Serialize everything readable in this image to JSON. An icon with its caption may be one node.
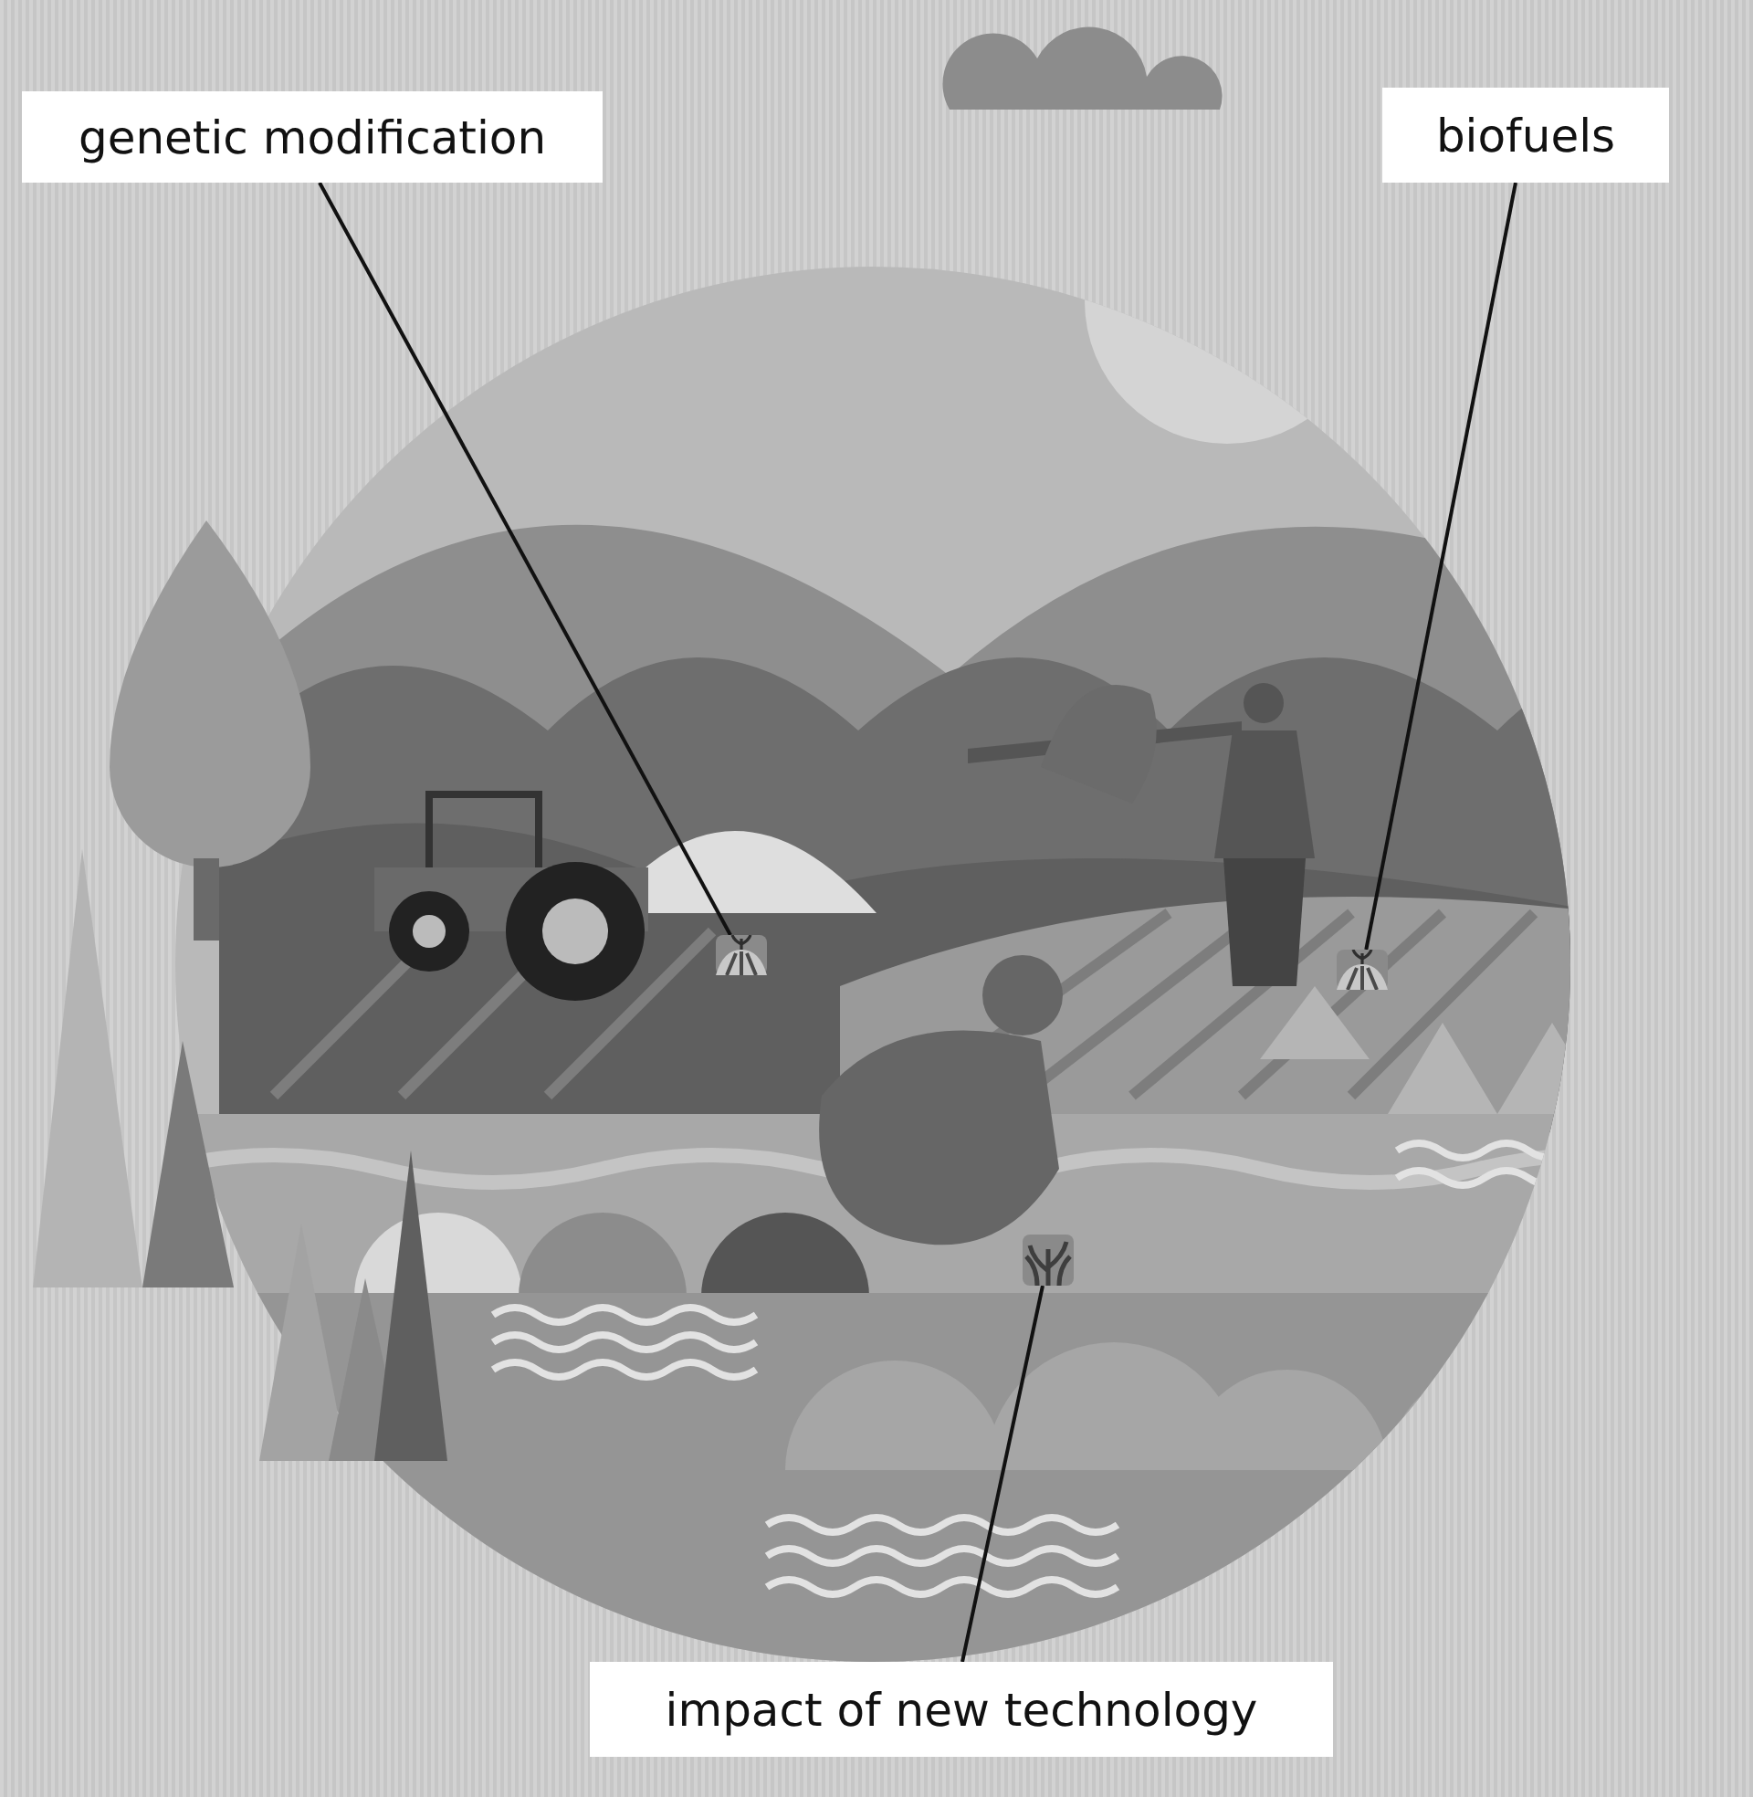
{
  "diagram": {
    "nodes": [
      {
        "text": [
          "genetic modification"
        ]
      },
      {
        "text": [
          "biofuels"
        ]
      },
      {
        "text": [
          "impact of new technology"
        ]
      },
      {
        "text": [],
        "shape": "picture"
      },
      {
        "text": [],
        "shape": "picture"
      },
      {
        "text": [],
        "shape": "picture"
      }
    ],
    "edges": [
      {
        "from": 0,
        "to": 3,
        "arrow": "none"
      },
      {
        "from": 1,
        "to": 4,
        "arrow": "none"
      },
      {
        "from": 2,
        "to": 5,
        "arrow": "none"
      }
    ]
  }
}
